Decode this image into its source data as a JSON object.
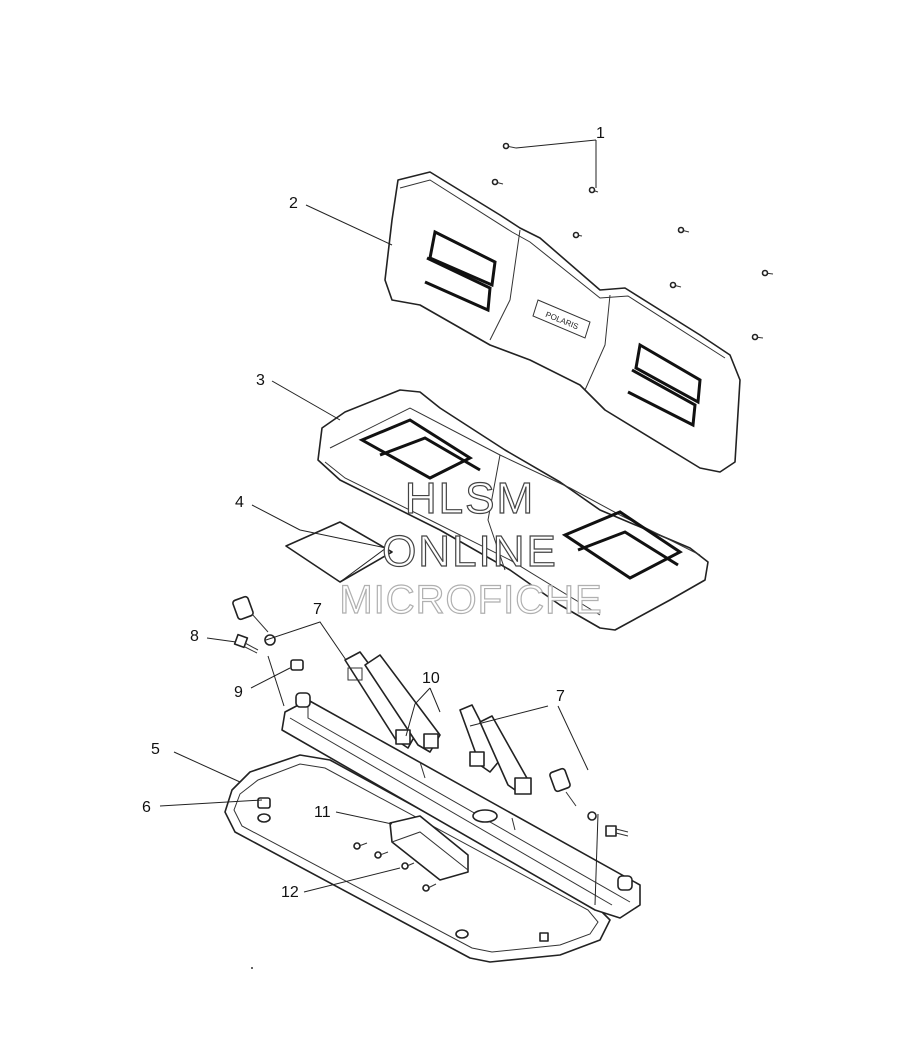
{
  "watermark": {
    "line1": "HLSM",
    "line2": "ONLINE",
    "line3": "MICROFICHE"
  },
  "callouts": {
    "c1": "1",
    "c2": "2",
    "c3": "3",
    "c4": "4",
    "c5": "5",
    "c6": "6",
    "c7a": "7",
    "c7b": "7",
    "c8": "8",
    "c9": "9",
    "c10": "10",
    "c11": "11",
    "c12": "12"
  },
  "seatback": {
    "logo_text": "POLARIS"
  }
}
